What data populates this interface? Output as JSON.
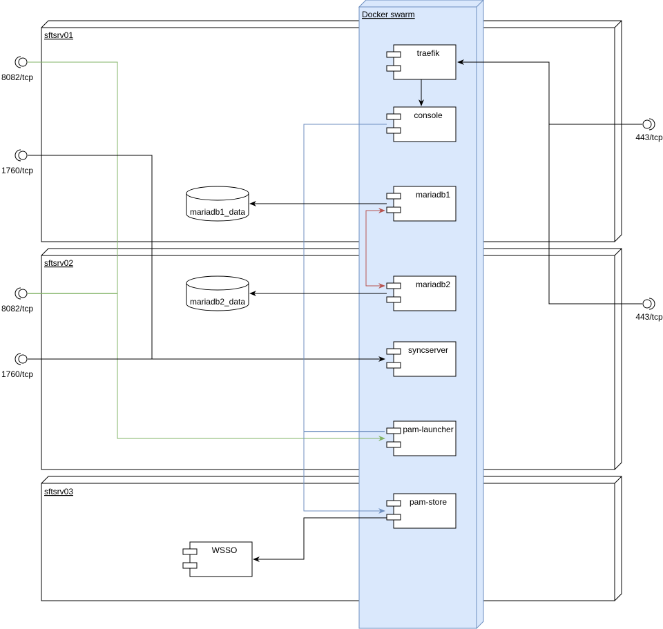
{
  "nodes": [
    {
      "label": "sftsrv01"
    },
    {
      "label": "sftsrv02"
    },
    {
      "label": "sftsrv03"
    },
    {
      "label": "Docker swarm"
    }
  ],
  "components": {
    "traefik": "traefik",
    "console": "console",
    "mariadb1": "mariadb1",
    "mariadb2": "mariadb2",
    "syncserver": "syncserver",
    "pam_launcher": "pam-launcher",
    "pam_store": "pam-store",
    "wsso": "WSSO"
  },
  "volumes": {
    "mariadb1_data": "mariadb1_data",
    "mariadb2_data": "mariadb2_data"
  },
  "ports": {
    "left_8082_a": "8082/tcp",
    "left_1760_a": "1760/tcp",
    "left_8082_b": "8082/tcp",
    "left_1760_b": "1760/tcp",
    "right_443_a": "443/tcp",
    "right_443_b": "443/tcp"
  },
  "colors": {
    "swarm_fill": "#dae8fc",
    "swarm_stroke": "#6c8ebf",
    "green_edge": "#82b366",
    "blue_edge": "#6c8ebf",
    "red_edge": "#b85450",
    "black_edge": "#000000"
  }
}
